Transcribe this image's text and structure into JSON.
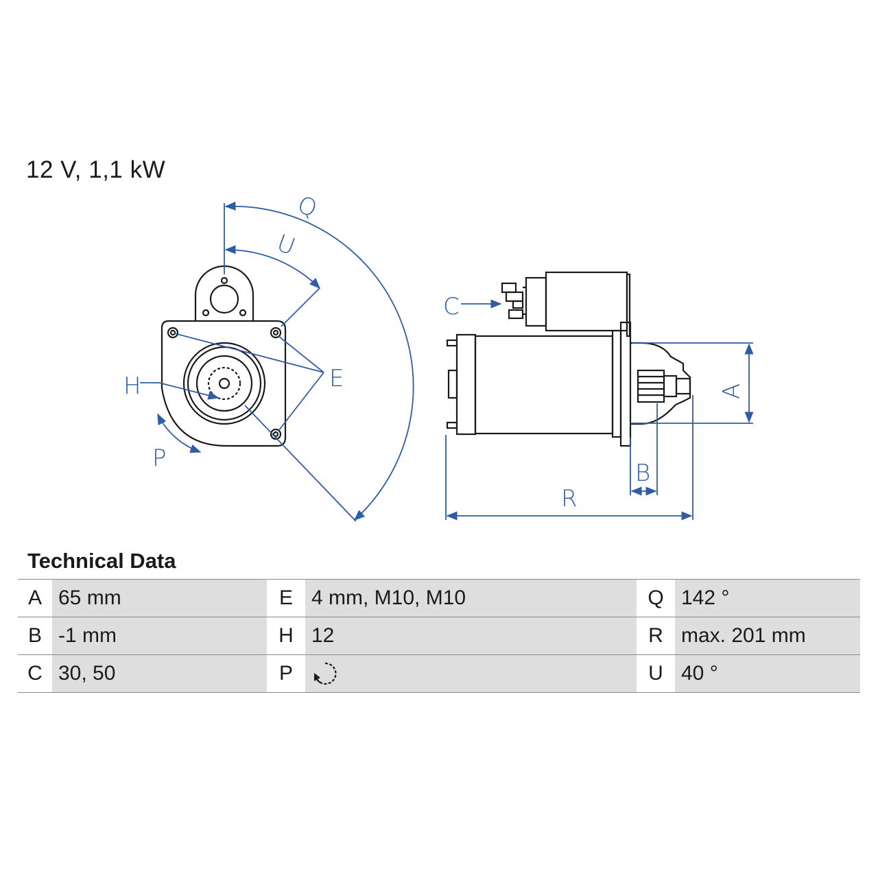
{
  "header": {
    "rating": "12 V, 1,1 kW"
  },
  "diagram": {
    "labels": {
      "Q": "Q",
      "U": "U",
      "E": "E",
      "H": "H",
      "P": "P",
      "C": "C",
      "A": "A",
      "B": "B",
      "R": "R"
    },
    "colors": {
      "outline": "#1a1a1a",
      "dimension": "#2f5ca5",
      "table_fill": "#dedede"
    }
  },
  "technical_data": {
    "title": "Technical Data",
    "rows": [
      [
        {
          "key": "A",
          "value": "65 mm"
        },
        {
          "key": "E",
          "value": "4 mm, M10, M10"
        },
        {
          "key": "Q",
          "value": "142 °"
        }
      ],
      [
        {
          "key": "B",
          "value": "-1 mm"
        },
        {
          "key": "H",
          "value": "12"
        },
        {
          "key": "R",
          "value": "max. 201 mm"
        }
      ],
      [
        {
          "key": "C",
          "value": "30, 50"
        },
        {
          "key": "P",
          "value": "",
          "icon": "rotation-direction-icon"
        },
        {
          "key": "U",
          "value": "40 °"
        }
      ]
    ]
  }
}
